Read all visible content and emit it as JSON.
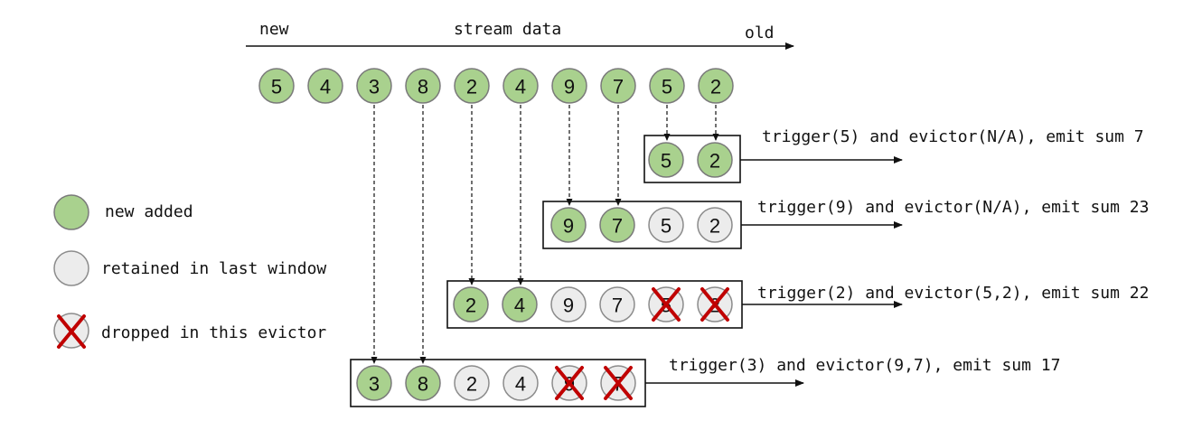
{
  "header": {
    "new_label": "new",
    "stream_label": "stream data",
    "old_label": "old"
  },
  "stream": [
    5,
    4,
    3,
    8,
    2,
    4,
    9,
    7,
    5,
    2
  ],
  "windows": [
    {
      "elements": [
        {
          "value": 5,
          "state": "new"
        },
        {
          "value": 2,
          "state": "new"
        }
      ],
      "label": "trigger(5) and evictor(N/A), emit sum 7"
    },
    {
      "elements": [
        {
          "value": 9,
          "state": "new"
        },
        {
          "value": 7,
          "state": "new"
        },
        {
          "value": 5,
          "state": "retained"
        },
        {
          "value": 2,
          "state": "retained"
        }
      ],
      "label": "trigger(9) and evictor(N/A), emit sum 23"
    },
    {
      "elements": [
        {
          "value": 2,
          "state": "new"
        },
        {
          "value": 4,
          "state": "new"
        },
        {
          "value": 9,
          "state": "retained"
        },
        {
          "value": 7,
          "state": "retained"
        },
        {
          "value": 5,
          "state": "dropped"
        },
        {
          "value": 2,
          "state": "dropped"
        }
      ],
      "label": "trigger(2) and evictor(5,2), emit sum 22"
    },
    {
      "elements": [
        {
          "value": 3,
          "state": "new"
        },
        {
          "value": 8,
          "state": "new"
        },
        {
          "value": 2,
          "state": "retained"
        },
        {
          "value": 4,
          "state": "retained"
        },
        {
          "value": 9,
          "state": "dropped"
        },
        {
          "value": 7,
          "state": "dropped"
        }
      ],
      "label": "trigger(3) and evictor(9,7), emit sum 17"
    }
  ],
  "legend": {
    "new_added": "new added",
    "retained": "retained in last window",
    "dropped": "dropped in this evictor"
  },
  "colors": {
    "new_fill": "#a9d18e",
    "retained_fill": "#ececec",
    "drop_mark": "#c00000"
  }
}
